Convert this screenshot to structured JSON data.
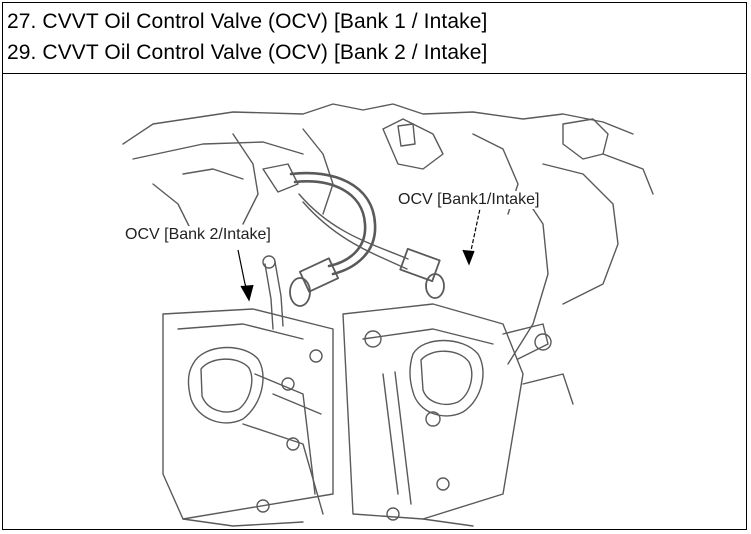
{
  "header": {
    "line1": "27. CVVT Oil Control Valve (OCV) [Bank 1 / Intake]",
    "line2": "29. CVVT Oil Control Valve (OCV) [Bank 2 / Intake]"
  },
  "diagram": {
    "label_bank1": "OCV [Bank1/Intake]",
    "label_bank2": "OCV [Bank 2/Intake]"
  },
  "colors": {
    "line": "#000000",
    "drawing": "#555555",
    "background": "#ffffff"
  }
}
